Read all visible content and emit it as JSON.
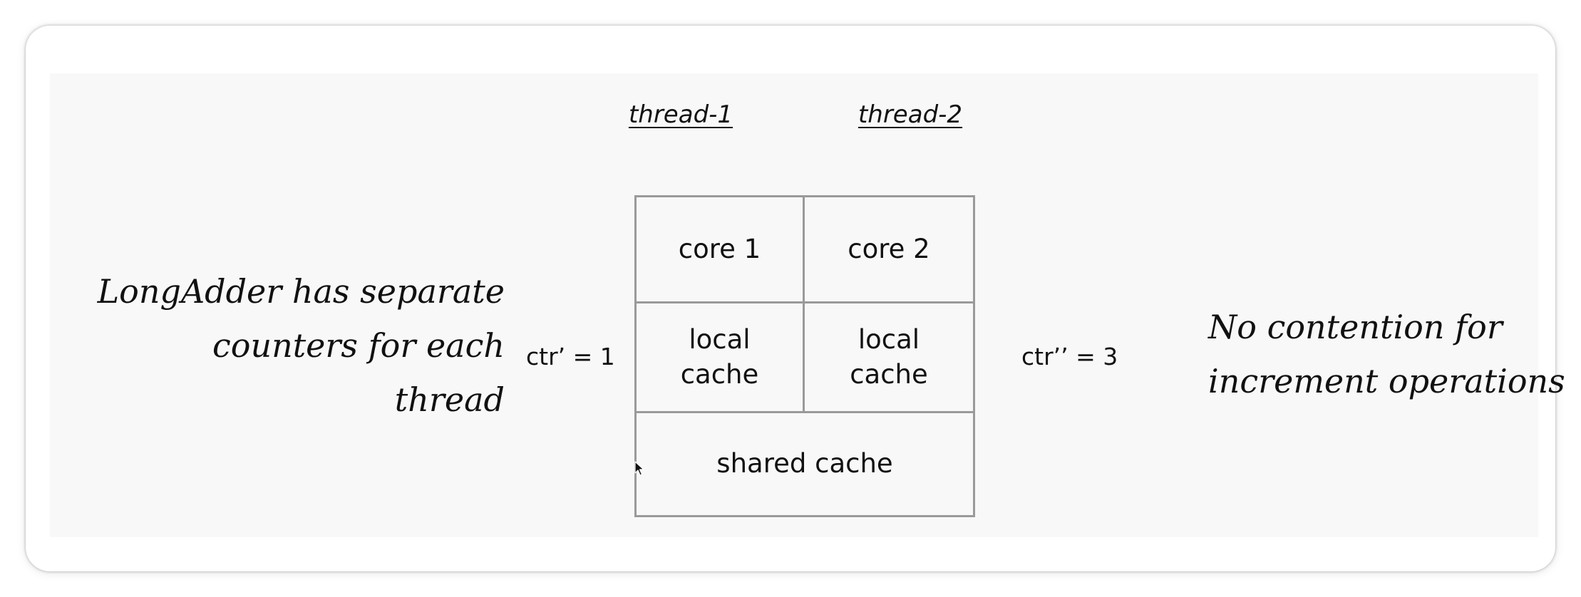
{
  "threads": {
    "thread1": "thread-1",
    "thread2": "thread-2"
  },
  "diagram": {
    "core1": "core 1",
    "core2": "core 2",
    "local_cache_left": [
      "local",
      "cache"
    ],
    "local_cache_right": [
      "local",
      "cache"
    ],
    "shared_cache": "shared cache"
  },
  "counters": {
    "left": "ctr’ = 1",
    "right": "ctr’’ = 3"
  },
  "notes": {
    "left": [
      "LongAdder has separate",
      "counters for each",
      "thread"
    ],
    "right": [
      "No contention for",
      "increment operations"
    ]
  },
  "icons": {
    "cursor": "mouse-pointer-icon"
  },
  "colors": {
    "slide_background": "#f8f8f9",
    "grid_border": "#9a9a9a",
    "text": "#111111"
  }
}
